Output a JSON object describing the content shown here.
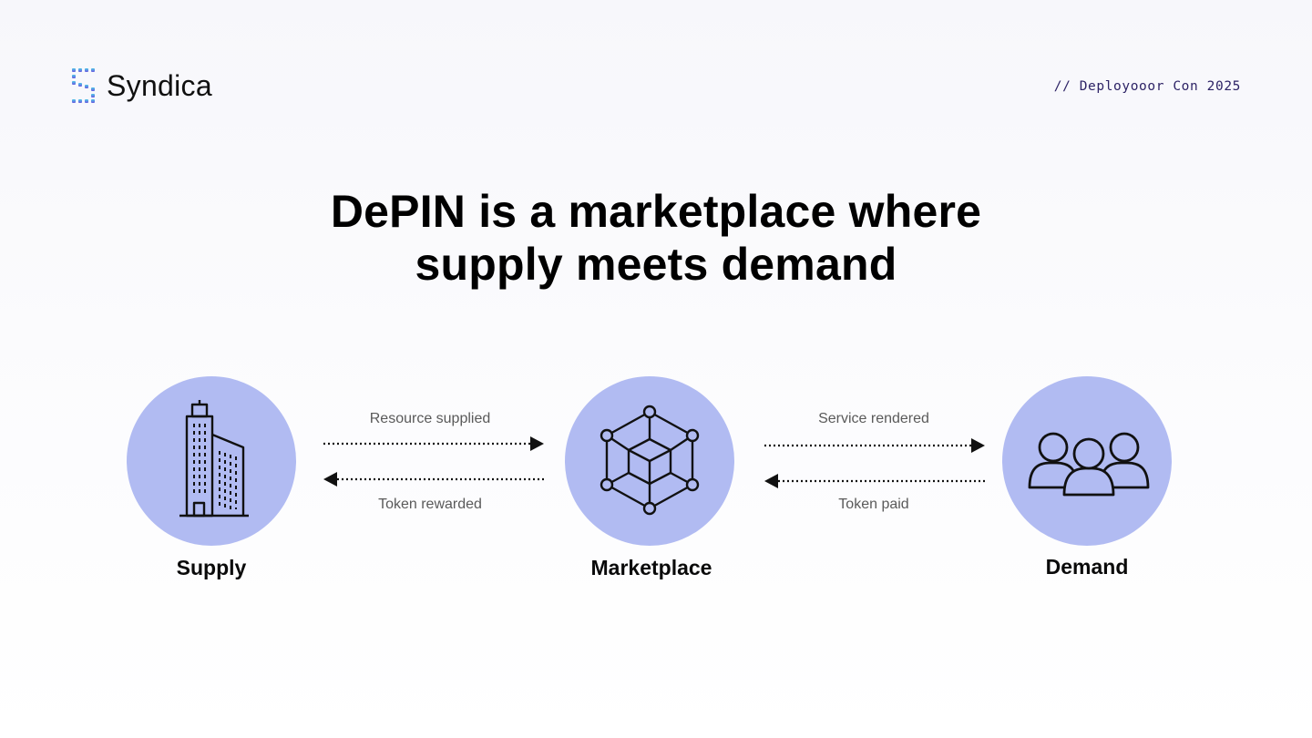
{
  "brand": {
    "name": "Syndica",
    "logo_icon": "syndica-logo-icon"
  },
  "event": "// Deployooor Con 2025",
  "headline": {
    "line1": "DePIN is a marketplace where",
    "line2": "supply meets demand"
  },
  "nodes": {
    "supply": {
      "label": "Supply",
      "icon": "building-icon"
    },
    "marketplace": {
      "label": "Marketplace",
      "icon": "network-cube-icon"
    },
    "demand": {
      "label": "Demand",
      "icon": "users-group-icon"
    }
  },
  "flows": {
    "supply_to_market": "Resource supplied",
    "market_to_supply": "Token rewarded",
    "market_to_demand": "Service rendered",
    "demand_to_market": "Token paid"
  },
  "colors": {
    "node_fill": "#b1bbf2",
    "accent": "#2d2366",
    "logo_top": "#4fc6e8",
    "logo_bottom": "#6a5ae0"
  }
}
